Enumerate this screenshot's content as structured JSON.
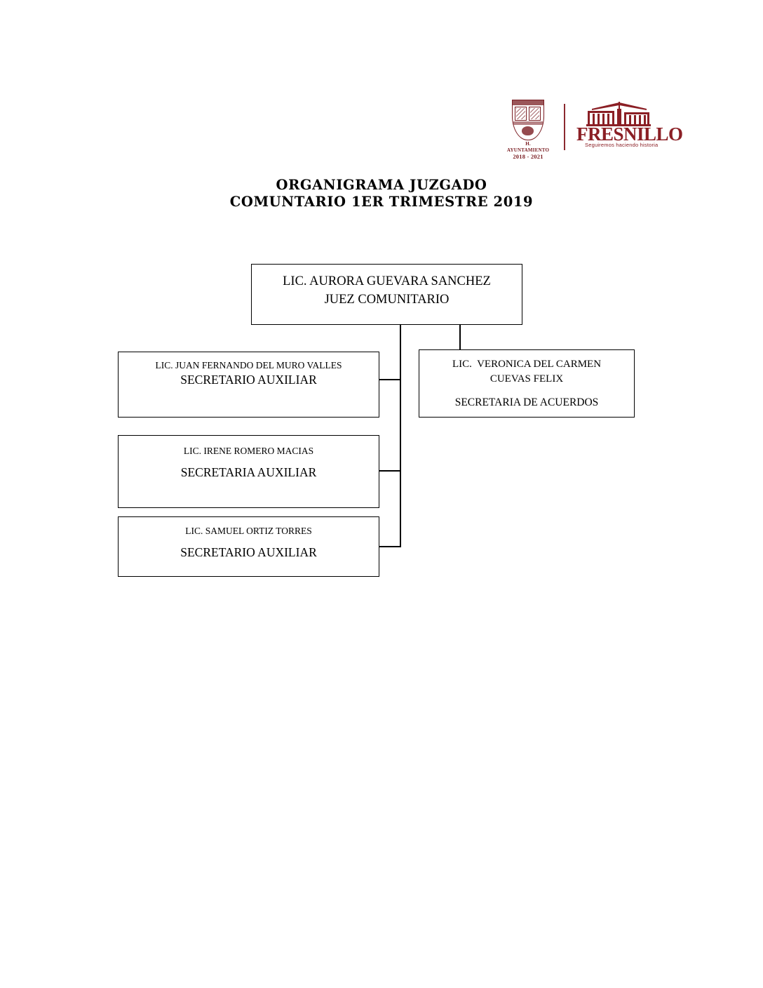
{
  "document": {
    "title_lines": [
      "ORGANIGRAMA JUZGADO",
      "COMUNTARIO 1ER TRIMESTRE 2019"
    ]
  },
  "logos": {
    "shield": {
      "name": "h-ayuntamiento-shield",
      "line1": "H. AYUNTAMIENTO",
      "line2": "2018 - 2021",
      "color": "#7a1d22"
    },
    "fresnillo": {
      "name": "fresnillo-logo",
      "wordmark": "FRESNILLO",
      "tagline": "Seguiremos haciendo historia",
      "color": "#8b1f25"
    }
  },
  "org_chart": {
    "type": "org-chart",
    "root": {
      "id": "juez",
      "name": "LIC. AURORA GUEVARA SANCHEZ",
      "title": "JUEZ COMUNITARIO"
    },
    "children": [
      {
        "id": "secretaria-acuerdos",
        "name": "LIC.  VERONICA DEL CARMEN",
        "name_line2": "CUEVAS FELIX",
        "title": "SECRETARIA DE ACUERDOS"
      },
      {
        "id": "aux-1",
        "name": "LIC. JUAN FERNANDO DEL MURO VALLES",
        "title": "SECRETARIO AUXILIAR"
      },
      {
        "id": "aux-2",
        "name": "LIC. IRENE ROMERO MACIAS",
        "title": "SECRETARIA AUXILIAR"
      },
      {
        "id": "aux-3",
        "name": "LIC. SAMUEL ORTIZ TORRES",
        "title": "SECRETARIO AUXILIAR"
      }
    ]
  }
}
